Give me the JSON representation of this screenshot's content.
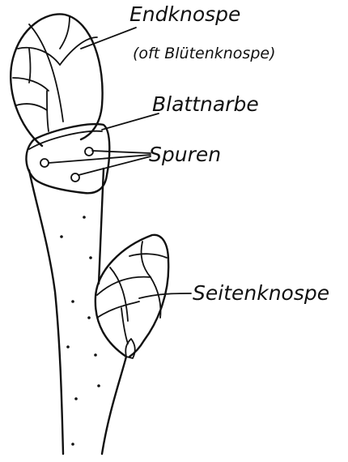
{
  "labels": {
    "terminal_bud": "Endknospe",
    "terminal_bud_note": "(oft Blütenknospe)",
    "leaf_scar": "Blattnarbe",
    "traces": "Spuren",
    "lateral_bud": "Seitenknospe"
  },
  "colors": {
    "ink": "#111111",
    "background": "#ffffff"
  }
}
